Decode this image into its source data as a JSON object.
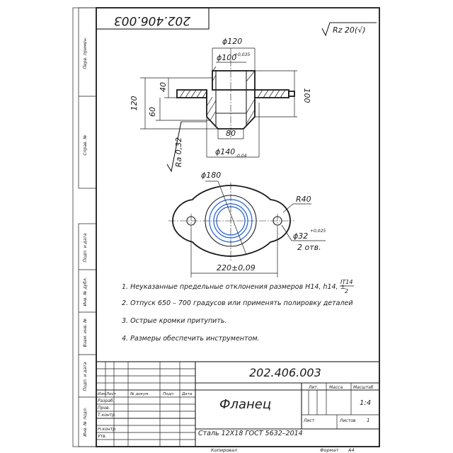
{
  "drawing_number": "202.406.003",
  "drawing_number_mirrored": "202.406.003",
  "roughness_general": "Rz 20(√)",
  "roughness_local": "Ra 0,32",
  "dimensions": {
    "d_top": "ϕ120",
    "d_bore": "ϕ100",
    "d_bore_tol": "+0,035",
    "h_total": "120",
    "h_40": "40",
    "h_60": "60",
    "h_100": "100",
    "w_80": "80",
    "d_base": "ϕ140",
    "d_base_tol": "-0,04",
    "d_180": "ϕ180",
    "r_40": "R40",
    "d_hole": "ϕ32",
    "d_hole_tol": "+0,025",
    "holes_count": "2 отв.",
    "span": "220±0,09"
  },
  "notes": [
    "1. Неуказанные предельные отклонения размеров Н14, h14, ±",
    "2. Отпуск 650 – 700 градусов или применять полировку деталей",
    "3. Острые кромки притупить.",
    "4. Размеры обеспечить инструментом."
  ],
  "note1_fraction": {
    "num": "IT14",
    "den": "2"
  },
  "left_strip_labels": [
    "Перв. примен.",
    "Справ. №",
    "Подп. и дата",
    "Инв. № дубл.",
    "Взам. инв. №",
    "Подп. и дата",
    "Инв. № подл."
  ],
  "title_block": {
    "number": "202.406.003",
    "name": "Фланец",
    "material": "Сталь 12Х18 ГОСТ 5632–2014",
    "headers": [
      "Изм",
      "Лист",
      "№ докум.",
      "Подп.",
      "Дата"
    ],
    "roles": [
      "Разраб.",
      "Пров.",
      "Т.контр.",
      "",
      "Н.контр.",
      "Утв."
    ],
    "col_lit": "Лит.",
    "col_mass": "Масса",
    "col_scale": "Масштаб",
    "scale": "1:4",
    "sheet_label": "Лист",
    "sheets_label": "Листов",
    "sheets_value": "1"
  },
  "footer": {
    "copied": "Копировал",
    "format": "Формат",
    "format_value": "А4"
  }
}
